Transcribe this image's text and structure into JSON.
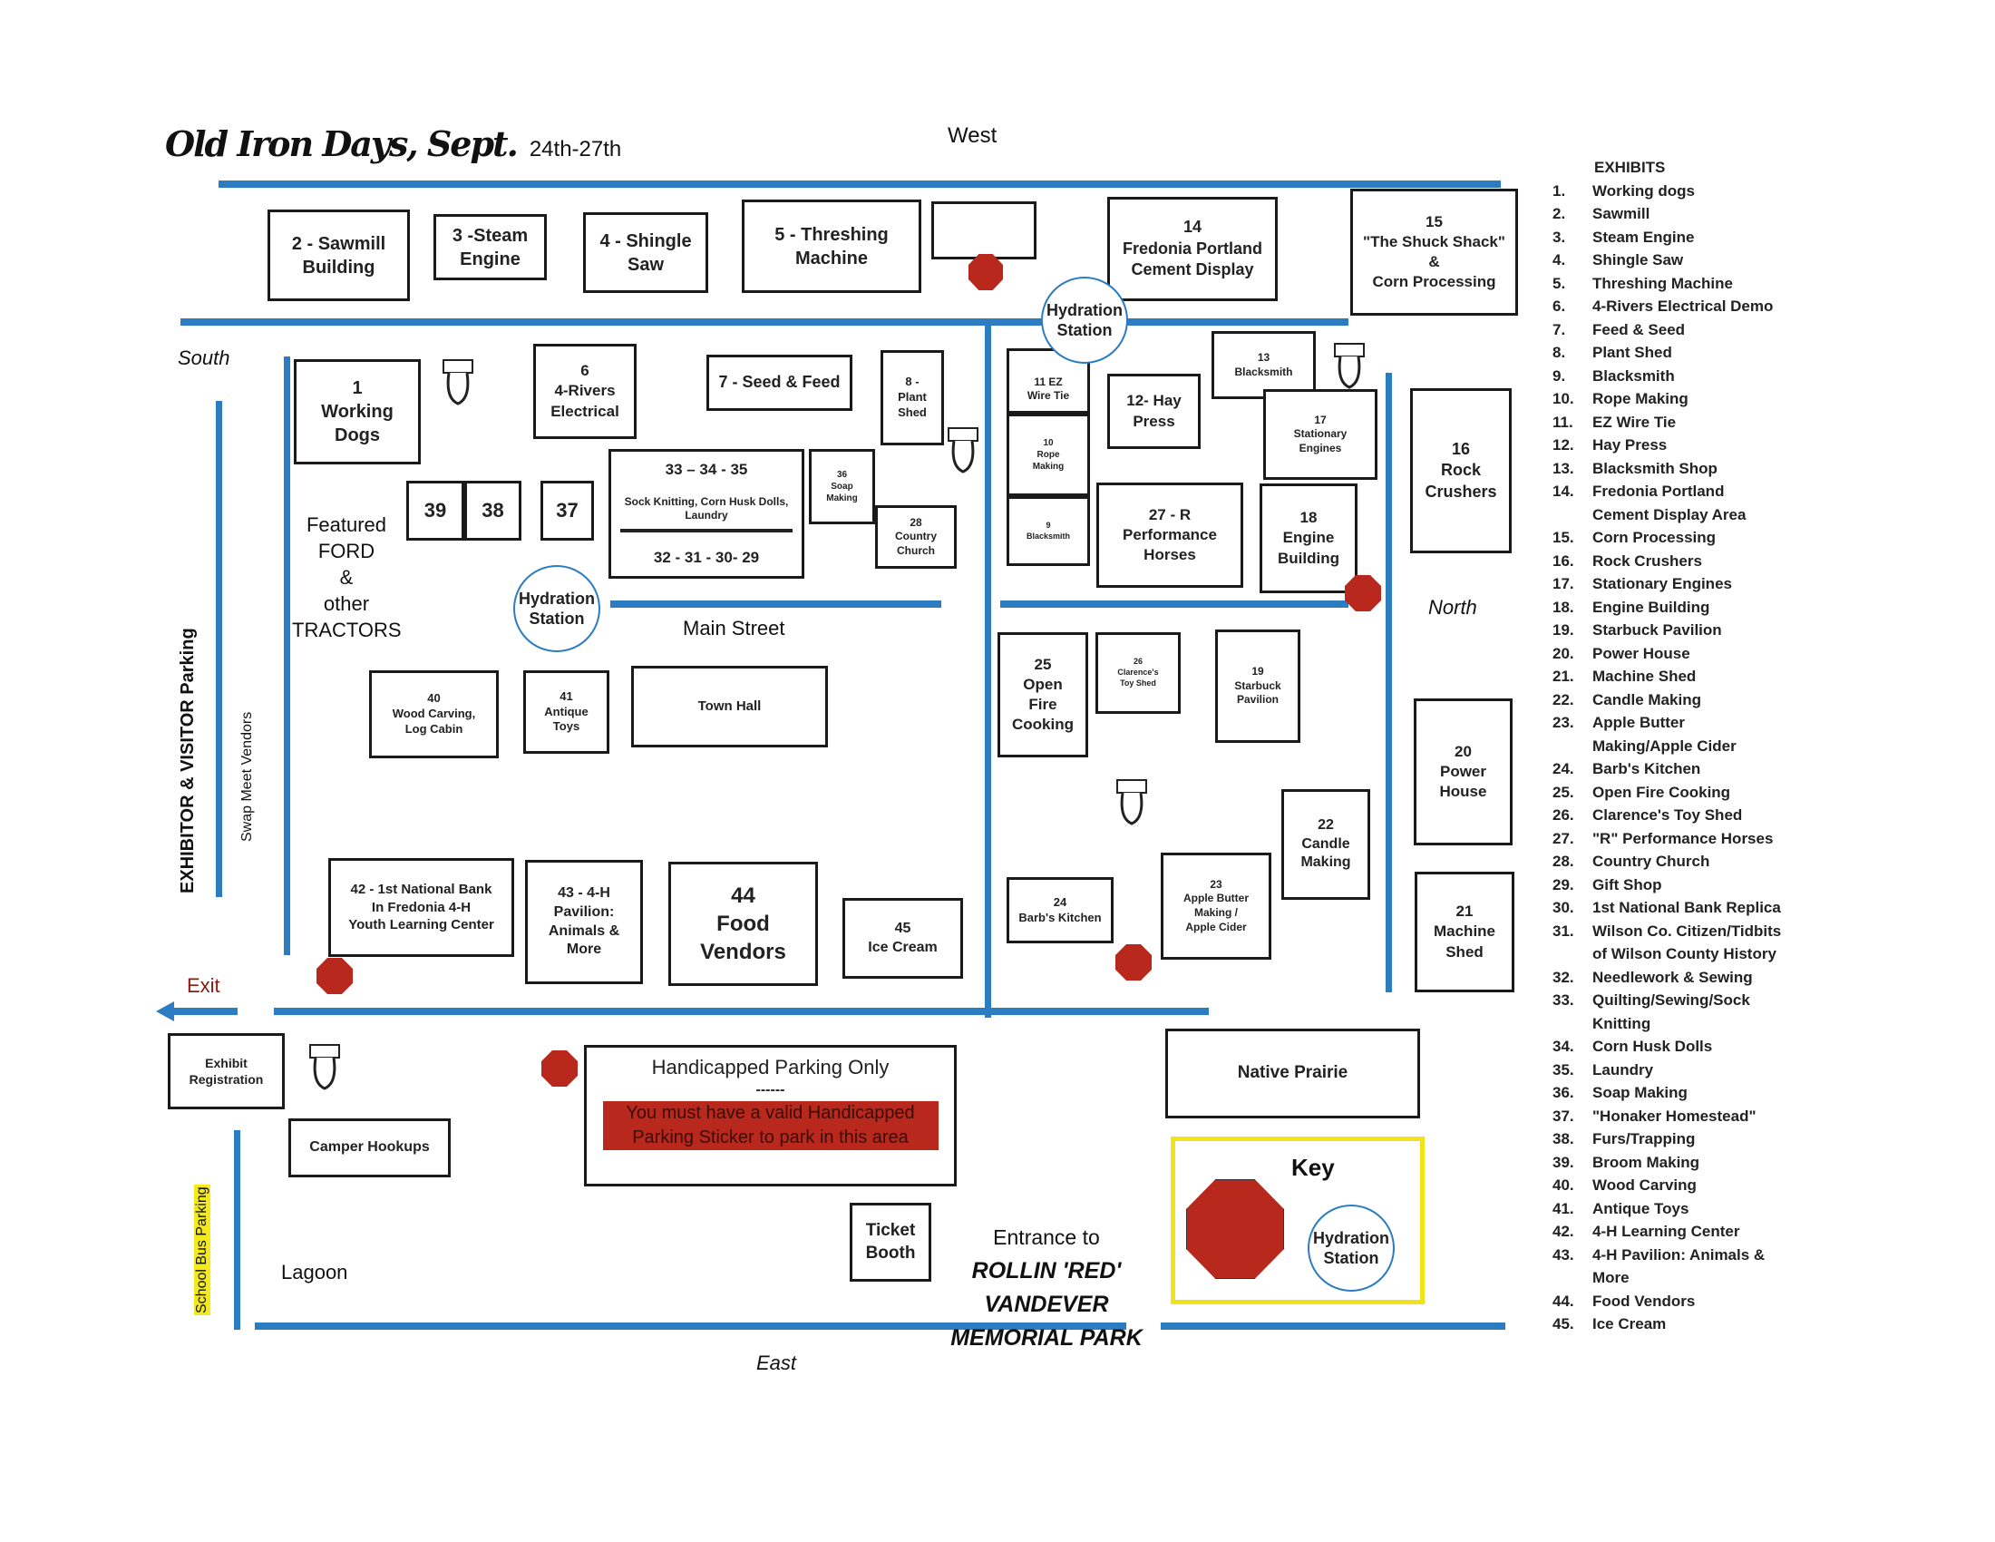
{
  "header": {
    "title": "Old Iron Days, Sept.",
    "dates": "24th-27th"
  },
  "compass": {
    "west": "West",
    "east": "East",
    "south": "South",
    "north": "North"
  },
  "labels": {
    "featured": [
      "Featured",
      "FORD",
      "&",
      "other",
      "TRACTORS"
    ],
    "main_street": "Main Street",
    "exit": "Exit",
    "parking": "EXHIBITOR & VISITOR Parking",
    "swap_meet": "Swap Meet Vendors",
    "school_bus": "School Bus Parking",
    "lagoon": "Lagoon",
    "entrance": [
      "Entrance to",
      "ROLLIN 'RED'",
      "VANDEVER",
      "MEMORIAL PARK"
    ]
  },
  "hydration": {
    "line1": "Hydration",
    "line2": "Station"
  },
  "booths": {
    "b2": {
      "lines": [
        "2 - Sawmill",
        "Building"
      ]
    },
    "b3": {
      "lines": [
        "3 -Steam",
        "Engine"
      ]
    },
    "b4": {
      "lines": [
        "4 - Shingle",
        "Saw"
      ]
    },
    "b5": {
      "lines": [
        "5 - Threshing",
        "Machine"
      ]
    },
    "b14": {
      "lines": [
        "14",
        "Fredonia Portland",
        "Cement Display"
      ]
    },
    "b15": {
      "lines": [
        "15",
        "\"The Shuck Shack\"",
        "&",
        "Corn Processing"
      ]
    },
    "b1": {
      "lines": [
        "1",
        "Working",
        "Dogs"
      ]
    },
    "b6": {
      "lines": [
        "6",
        "4-Rivers",
        "Electrical"
      ]
    },
    "b7": {
      "lines": [
        "7 - Seed & Feed"
      ]
    },
    "b8": {
      "lines": [
        "8 -",
        "Plant",
        "Shed"
      ]
    },
    "b33": {
      "lines": [
        "33 – 34 - 35",
        "Sock Knitting, Corn Husk Dolls, Laundry",
        "32 - 31 - 30- 29"
      ]
    },
    "b36": {
      "lines": [
        "36",
        "Soap",
        "Making"
      ]
    },
    "b28": {
      "lines": [
        "28",
        "Country",
        "Church"
      ]
    },
    "b39": {
      "lines": [
        "39"
      ]
    },
    "b38": {
      "lines": [
        "38"
      ]
    },
    "b37": {
      "lines": [
        "37"
      ]
    },
    "b40": {
      "lines": [
        "40",
        "Wood Carving,",
        "Log Cabin"
      ]
    },
    "b41": {
      "lines": [
        "41",
        "Antique",
        "Toys"
      ]
    },
    "town_hall": {
      "lines": [
        "Town Hall"
      ]
    },
    "b42": {
      "lines": [
        "42 - 1st National Bank",
        "In Fredonia 4-H",
        "Youth Learning Center"
      ]
    },
    "b43": {
      "lines": [
        "43 - 4-H",
        "Pavilion:",
        "Animals &",
        "More"
      ]
    },
    "b44": {
      "lines": [
        "44",
        "Food",
        "Vendors"
      ]
    },
    "b45": {
      "lines": [
        "45",
        "Ice Cream"
      ]
    },
    "exhibit_reg": {
      "lines": [
        "Exhibit",
        "Registration"
      ]
    },
    "camper": {
      "lines": [
        "Camper Hookups"
      ]
    },
    "ticket": {
      "lines": [
        "Ticket",
        "Booth"
      ]
    },
    "b11": {
      "lines": [
        "11  EZ",
        "Wire Tie"
      ]
    },
    "b10": {
      "lines": [
        "10",
        "Rope",
        "Making"
      ]
    },
    "b9": {
      "lines": [
        "9",
        "Blacksmith"
      ]
    },
    "b12": {
      "lines": [
        "12- Hay",
        "Press"
      ]
    },
    "b13": {
      "lines": [
        "13",
        "Blacksmith"
      ]
    },
    "b17": {
      "lines": [
        "17",
        "Stationary",
        "Engines"
      ]
    },
    "b27": {
      "lines": [
        "27 - R",
        "Performance",
        "Horses"
      ]
    },
    "b18": {
      "lines": [
        "18",
        "Engine",
        "Building"
      ]
    },
    "b16": {
      "lines": [
        "16",
        "Rock",
        "Crushers"
      ]
    },
    "b25": {
      "lines": [
        "25",
        "Open",
        "Fire",
        "Cooking"
      ]
    },
    "b26": {
      "lines": [
        "26",
        "Clarence's",
        "Toy Shed"
      ]
    },
    "b19": {
      "lines": [
        "19",
        "Starbuck",
        "Pavilion"
      ]
    },
    "b20": {
      "lines": [
        "20",
        "Power",
        "House"
      ]
    },
    "b22": {
      "lines": [
        "22",
        "Candle",
        "Making"
      ]
    },
    "b23": {
      "lines": [
        "23",
        "Apple Butter",
        "Making /",
        "Apple Cider"
      ]
    },
    "b24": {
      "lines": [
        "24",
        "Barb's Kitchen"
      ]
    },
    "b21": {
      "lines": [
        "21",
        "Machine",
        "Shed"
      ]
    },
    "prairie": {
      "lines": [
        "Native Prairie"
      ]
    }
  },
  "handicapped": {
    "title": "Handicapped Parking Only",
    "divider": "------",
    "notice": "You must have a valid Handicapped Parking Sticker to park in this area"
  },
  "key": {
    "title": "Key"
  },
  "colors": {
    "road": "#2b7cc0",
    "stop": "#b8281d",
    "key_border": "#f2e21c",
    "highlight": "#f4ea1a"
  },
  "exhibits": {
    "heading": "EXHIBITS",
    "items": [
      {
        "n": "1.",
        "t": "Working dogs"
      },
      {
        "n": "2.",
        "t": "Sawmill"
      },
      {
        "n": "3.",
        "t": "Steam Engine"
      },
      {
        "n": "4.",
        "t": "Shingle Saw"
      },
      {
        "n": "5.",
        "t": "Threshing Machine"
      },
      {
        "n": "6.",
        "t": "4-Rivers Electrical Demo"
      },
      {
        "n": "7.",
        "t": "Feed & Seed"
      },
      {
        "n": "8.",
        "t": "Plant Shed"
      },
      {
        "n": "9.",
        "t": "Blacksmith"
      },
      {
        "n": "10.",
        "t": "Rope Making"
      },
      {
        "n": "11.",
        "t": "EZ Wire Tie"
      },
      {
        "n": "12.",
        "t": "Hay Press"
      },
      {
        "n": "13.",
        "t": "Blacksmith Shop"
      },
      {
        "n": "14.",
        "t": "Fredonia Portland Cement Display Area"
      },
      {
        "n": "15.",
        "t": "Corn Processing"
      },
      {
        "n": "16.",
        "t": "Rock Crushers"
      },
      {
        "n": "17.",
        "t": "Stationary Engines"
      },
      {
        "n": "18.",
        "t": "Engine Building"
      },
      {
        "n": "19.",
        "t": "Starbuck Pavilion"
      },
      {
        "n": "20.",
        "t": "Power House"
      },
      {
        "n": "21.",
        "t": "Machine Shed"
      },
      {
        "n": "22.",
        "t": "Candle Making"
      },
      {
        "n": "23.",
        "t": "Apple Butter Making/Apple Cider"
      },
      {
        "n": "24.",
        "t": "Barb's Kitchen"
      },
      {
        "n": "25.",
        "t": "Open Fire Cooking"
      },
      {
        "n": "26.",
        "t": "Clarence's Toy Shed"
      },
      {
        "n": "27.",
        "t": "\"R\" Performance Horses"
      },
      {
        "n": "28.",
        "t": "Country Church"
      },
      {
        "n": "29.",
        "t": "Gift Shop"
      },
      {
        "n": "30.",
        "t": "1st National Bank Replica"
      },
      {
        "n": "31.",
        "t": "Wilson Co. Citizen/Tidbits of Wilson County History"
      },
      {
        "n": "32.",
        "t": "Needlework & Sewing"
      },
      {
        "n": "33.",
        "t": "Quilting/Sewing/Sock Knitting"
      },
      {
        "n": "34.",
        "t": "Corn Husk Dolls"
      },
      {
        "n": "35.",
        "t": "Laundry"
      },
      {
        "n": "36.",
        "t": "Soap Making"
      },
      {
        "n": "37.",
        "t": "\"Honaker Homestead\""
      },
      {
        "n": "38.",
        "t": "Furs/Trapping"
      },
      {
        "n": "39.",
        "t": "Broom Making"
      },
      {
        "n": "40.",
        "t": "Wood Carving"
      },
      {
        "n": "41.",
        "t": "Antique Toys"
      },
      {
        "n": "42.",
        "t": "4-H Learning Center"
      },
      {
        "n": "43.",
        "t": "4-H Pavilion:  Animals & More"
      },
      {
        "n": "44.",
        "t": "Food Vendors"
      },
      {
        "n": "45.",
        "t": "Ice Cream"
      }
    ]
  }
}
